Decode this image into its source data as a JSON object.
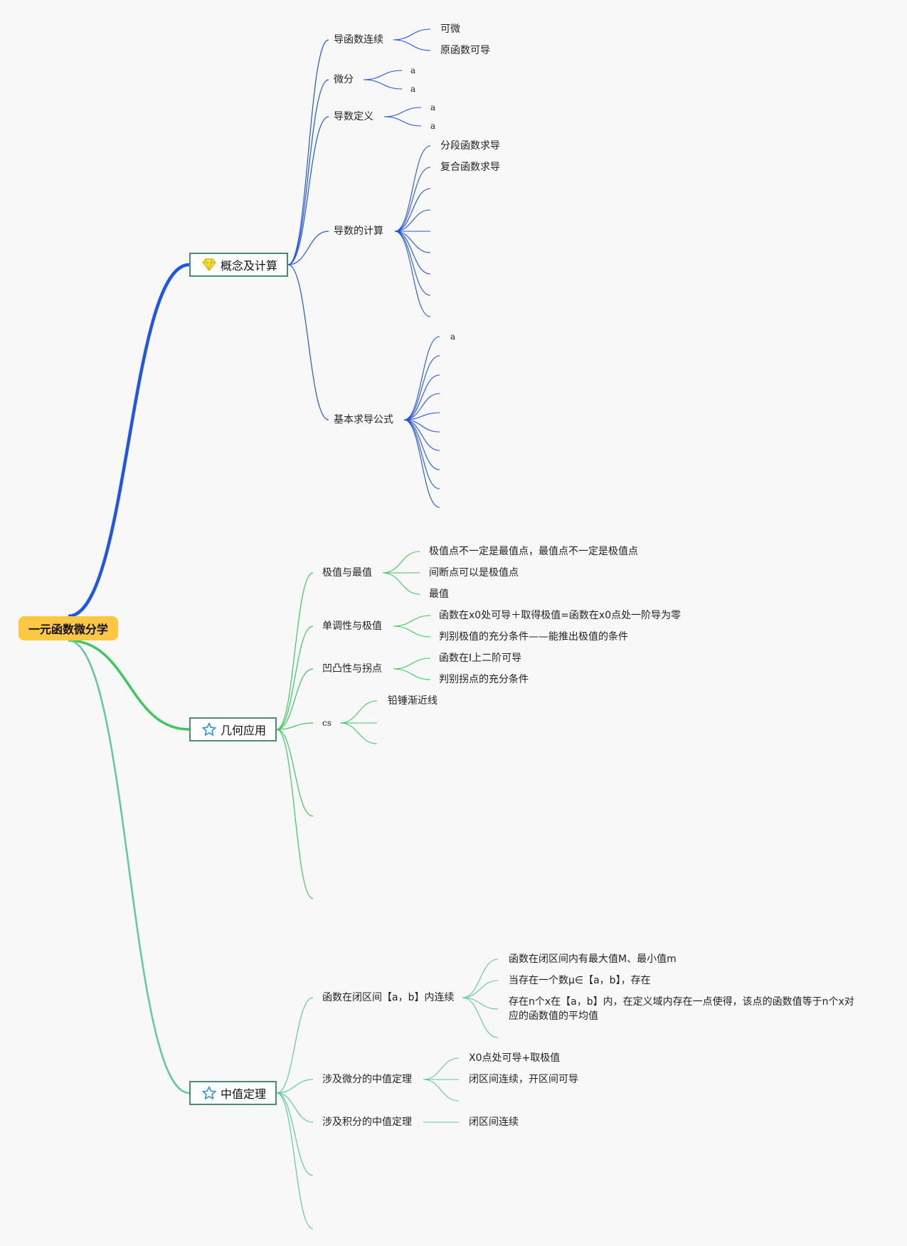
{
  "root": {
    "title": "一元函数微分学"
  },
  "colors": {
    "b1": "#1f55e8",
    "b2": "#3ac95a",
    "b3": "#5ec8a5",
    "root_fill": "#fcc844"
  },
  "branches": [
    {
      "title": "概念及计算",
      "icon": "diamond-icon",
      "color": "#1f55e8"
    },
    {
      "title": "几何应用",
      "icon": "star-icon",
      "color": "#3ac95a"
    },
    {
      "title": "中值定理",
      "icon": "star-icon",
      "color": "#5ec8a5"
    }
  ],
  "b1": {
    "t1": {
      "label": "导函数连续",
      "children": [
        "可微",
        "原函数可导"
      ]
    },
    "t2": {
      "label": "微分",
      "children": [
        "a",
        "a"
      ]
    },
    "t3": {
      "label": "导数定义",
      "children": [
        "a",
        "a"
      ]
    },
    "t4": {
      "label": "导数的计算",
      "children": [
        "分段函数求导",
        "复合函数求导"
      ]
    },
    "t5": {
      "label": "基本求导公式",
      "children": [
        "a"
      ]
    }
  },
  "b2": {
    "t1": {
      "label": "极值与最值",
      "children": [
        "极值点不一定是最值点，最值点不一定是极值点",
        "间断点可以是极值点",
        "最值"
      ]
    },
    "t2": {
      "label": "单调性与极值",
      "children": [
        "函数在x0处可导＋取得极值=函数在x0点处一阶导为零",
        "判别极值的充分条件——能推出极值的条件"
      ]
    },
    "t3": {
      "label": "凹凸性与拐点",
      "children": [
        "函数在I上二阶可导",
        "判别拐点的充分条件"
      ]
    },
    "t4": {
      "label": "cs",
      "children": [
        "铅锤渐近线"
      ]
    }
  },
  "b3": {
    "t1": {
      "label": "函数在闭区间【a，b】内连续",
      "children": [
        "函数在闭区间内有最大值M、最小值m",
        "当存在一个数μ∈【a，b】，存在",
        "存在n个x在【a，b】内，在定义域内存在一点使得，该点的函数值等于n个x对应的函数值的平均值"
      ]
    },
    "t2": {
      "label": "涉及微分的中值定理",
      "children": [
        "X0点处可导+取极值",
        "闭区间连续，开区间可导"
      ]
    },
    "t3": {
      "label": "涉及积分的中值定理",
      "children": [
        "闭区间连续"
      ]
    }
  }
}
